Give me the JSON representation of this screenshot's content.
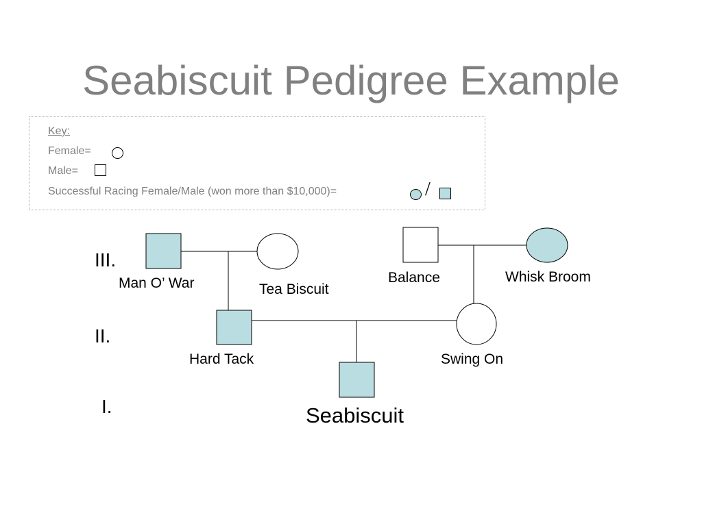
{
  "slide": {
    "title": "Seabiscuit Pedigree Example"
  },
  "key": {
    "heading": "Key:",
    "female_label": "Female=",
    "male_label": "Male=",
    "successful_label": "Successful Racing Female/Male (won more than $10,000)=",
    "separator": "/"
  },
  "colors": {
    "successful_fill": "#b9dde0",
    "unaffected_fill": "#ffffff",
    "line": "#000000",
    "title": "#808080"
  },
  "generations": {
    "gen3": "III.",
    "gen2": "II.",
    "gen1": "I."
  },
  "pedigree": {
    "man_o_war": {
      "label": "Man O’ War",
      "sex": "male",
      "successful": true
    },
    "tea_biscuit": {
      "label": "Tea Biscuit",
      "sex": "female",
      "successful": false
    },
    "balance": {
      "label": "Balance",
      "sex": "male",
      "successful": false
    },
    "whisk_broom": {
      "label": "Whisk Broom",
      "sex": "female",
      "successful": true
    },
    "hard_tack": {
      "label": "Hard Tack",
      "sex": "male",
      "successful": true
    },
    "swing_on": {
      "label": "Swing On",
      "sex": "female",
      "successful": false
    },
    "seabiscuit": {
      "label": "Seabiscuit",
      "sex": "male",
      "successful": true
    }
  }
}
